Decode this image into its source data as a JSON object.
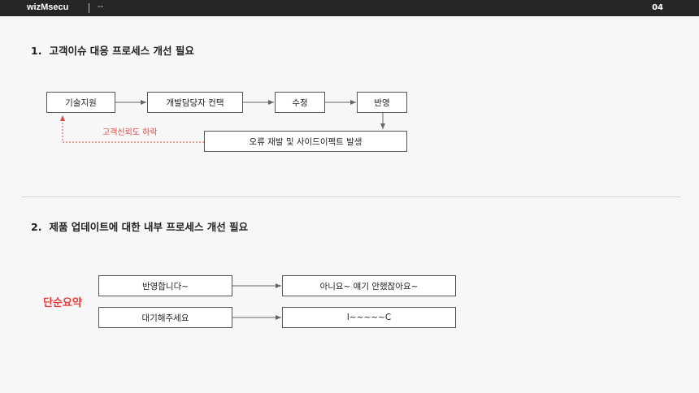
{
  "header": {
    "brand": "wizMsecu",
    "breadcrumb": "--",
    "page_number": "04"
  },
  "section1": {
    "number": "1.",
    "title": "고객이슈 대응 프로세스 개선 필요",
    "nodes": {
      "tech_support": "기술지원",
      "dev_contact": "개발담당자 컨택",
      "fix": "수정",
      "apply": "반영",
      "side_effect": "오류 재발 및 사이드이펙트 발생"
    },
    "feedback_label": "고객신뢰도 하락",
    "accent_color": "#e04747"
  },
  "section2": {
    "number": "2.",
    "title": "제품 업데이트에 대한 내부 프로세스 개선 필요",
    "summary_label": "단순요약",
    "rows": [
      {
        "left": "반영합니다~",
        "right": "아니요~ 얘기 안했잖아요~"
      },
      {
        "left": "대기해주세요",
        "right": "I~~~~~C"
      }
    ]
  }
}
